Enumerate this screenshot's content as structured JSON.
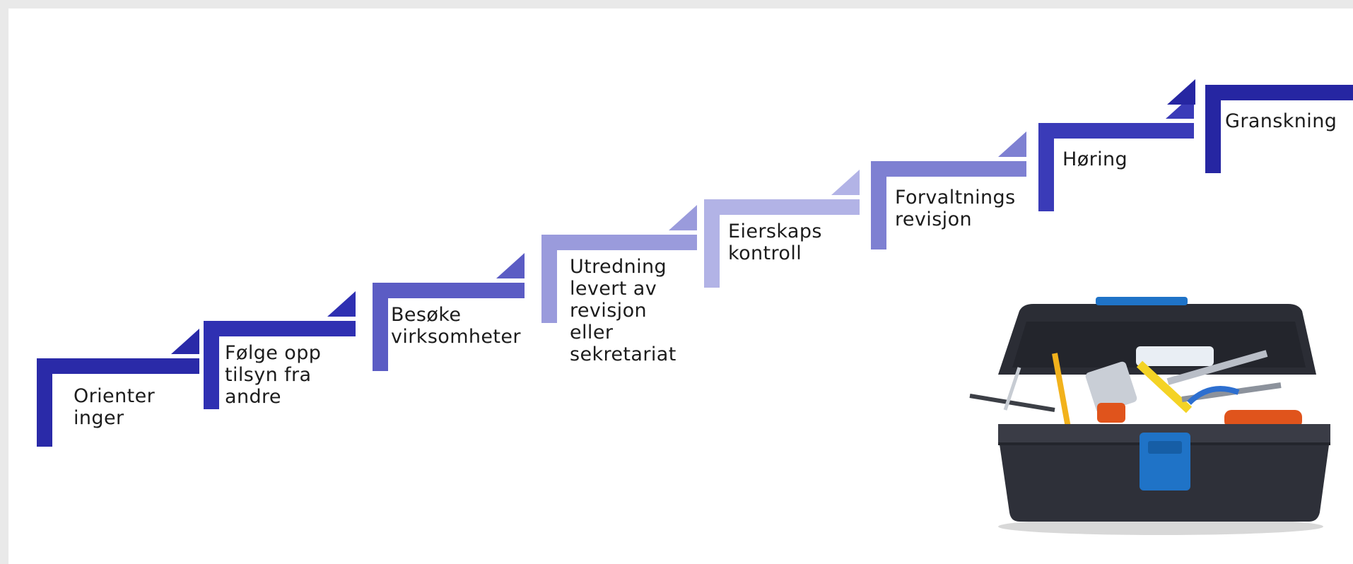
{
  "steps": [
    {
      "label": "Orienter\ninger",
      "color": "#2a2aa8"
    },
    {
      "label": "Følge opp\ntilsyn fra\nandre",
      "color": "#2f30b2"
    },
    {
      "label": "Besøke\nvirksomheter",
      "color": "#5b5cc4"
    },
    {
      "label": "Utredning\nlevert av\nrevisjon\neller\nsekretariat",
      "color": "#9a9bdc"
    },
    {
      "label": "Eierskaps\nkontroll",
      "color": "#b2b3e6"
    },
    {
      "label": "Forvaltnings\nrevisjon",
      "color": "#7e80d2"
    },
    {
      "label": "Høring",
      "color": "#3a3bb8"
    },
    {
      "label": "Granskning",
      "color": "#2626a2"
    }
  ],
  "toolbox_name": "toolbox-icon"
}
